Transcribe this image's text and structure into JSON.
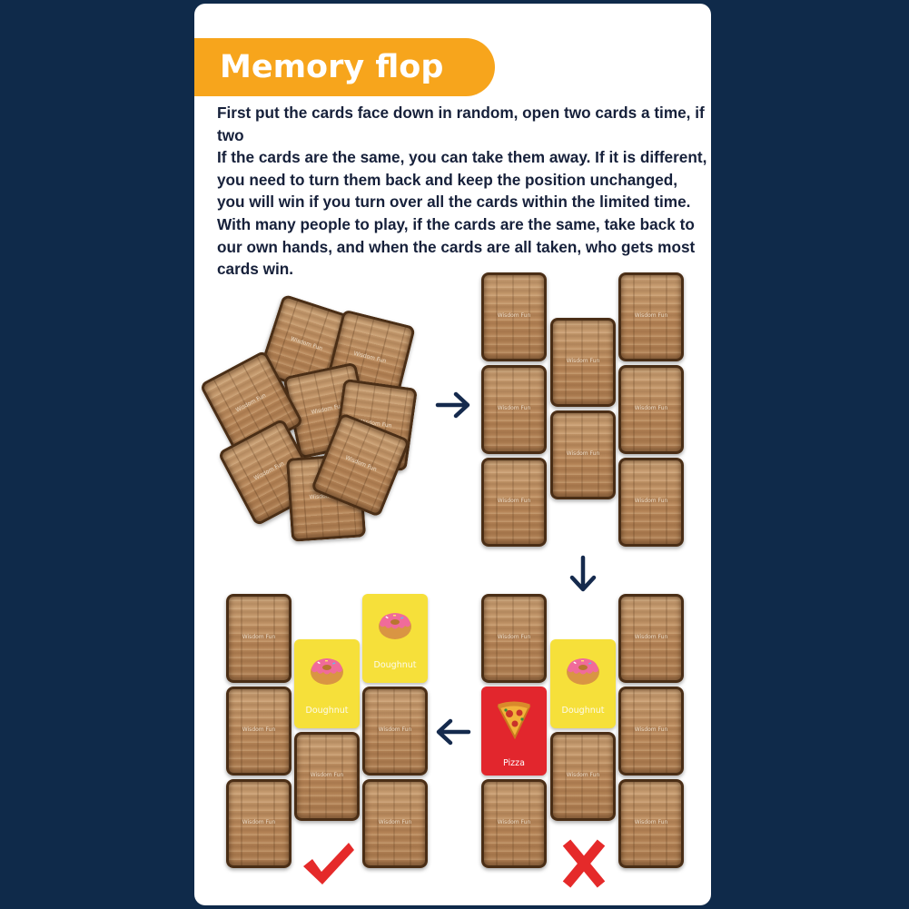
{
  "title": "Memory flop",
  "instructions": [
    "First put the cards face down in random, open two cards a time, if two",
    "If the cards are the same, you can take them away. If it is different, you need to turn them back and keep the position unchanged, you will win if you turn over all the cards within the limited time.",
    "With many people to play, if the cards are the same, take back to our own hands, and when the cards are all taken, who gets most cards win."
  ],
  "card_brand": "Wisdom Fun",
  "cards": {
    "doughnut_label": "Doughnut",
    "pizza_label": "Pizza"
  },
  "colors": {
    "background": "#0f2a4a",
    "title_pill": "#f7a51c",
    "card_yellow": "#f6e03a",
    "card_red": "#e2262d",
    "arrow": "#152a4d"
  },
  "icons": [
    "right-arrow-icon",
    "down-arrow-icon",
    "left-arrow-icon",
    "checkmark-icon",
    "cross-icon",
    "doughnut-icon",
    "pizza-icon"
  ]
}
